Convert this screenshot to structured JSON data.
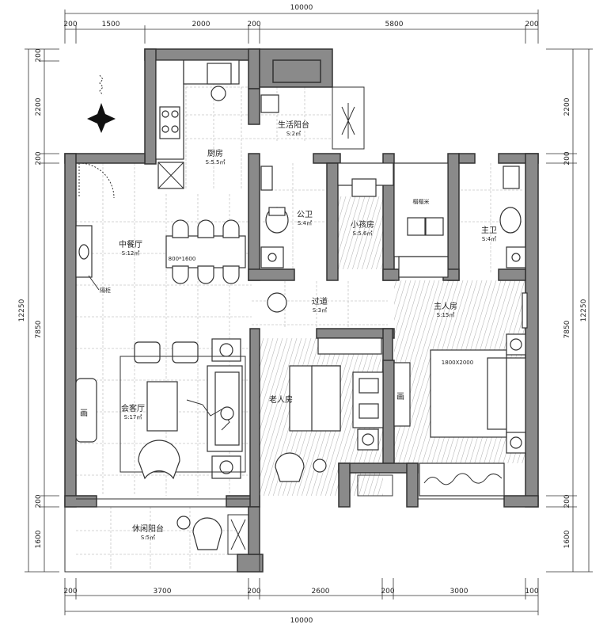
{
  "dimensions": {
    "total": "10000",
    "top": [
      "200",
      "1500",
      "2000",
      "200",
      "5800",
      "200"
    ],
    "bottom": [
      "200",
      "3700",
      "200",
      "2600",
      "200",
      "3000",
      "100"
    ],
    "left_total": "12250",
    "left": [
      "200",
      "2200",
      "200",
      "7850",
      "200",
      "1600"
    ],
    "right_total": "12250",
    "right": [
      "2200",
      "200",
      "7850",
      "200",
      "1600"
    ]
  },
  "rooms": {
    "balcony_service": {
      "name": "生活阳台",
      "area": "S:2㎡"
    },
    "kitchen": {
      "name": "厨房",
      "area": "S:5.5㎡"
    },
    "bath_public": {
      "name": "公卫",
      "area": "S:4㎡"
    },
    "kids_room": {
      "name": "小孩房",
      "area": "S:5.6㎡"
    },
    "tatami": {
      "name": "榻榻米"
    },
    "bath_master": {
      "name": "主卫",
      "area": "S:4㎡"
    },
    "dining": {
      "name": "中餐厅",
      "area": "S:12㎡"
    },
    "corridor": {
      "name": "过道",
      "area": "S:3㎡"
    },
    "master": {
      "name": "主人房",
      "area": "S:15㎡"
    },
    "living": {
      "name": "会客厅",
      "area": "S:17㎡"
    },
    "elder": {
      "name": "老人房"
    },
    "balcony_leisure": {
      "name": "休闲阳台",
      "area": "S:5㎡"
    }
  },
  "labels": {
    "table_size": "800*1600",
    "bed_size": "1800X2000",
    "cabinet": "隔柜",
    "painting": "画"
  }
}
